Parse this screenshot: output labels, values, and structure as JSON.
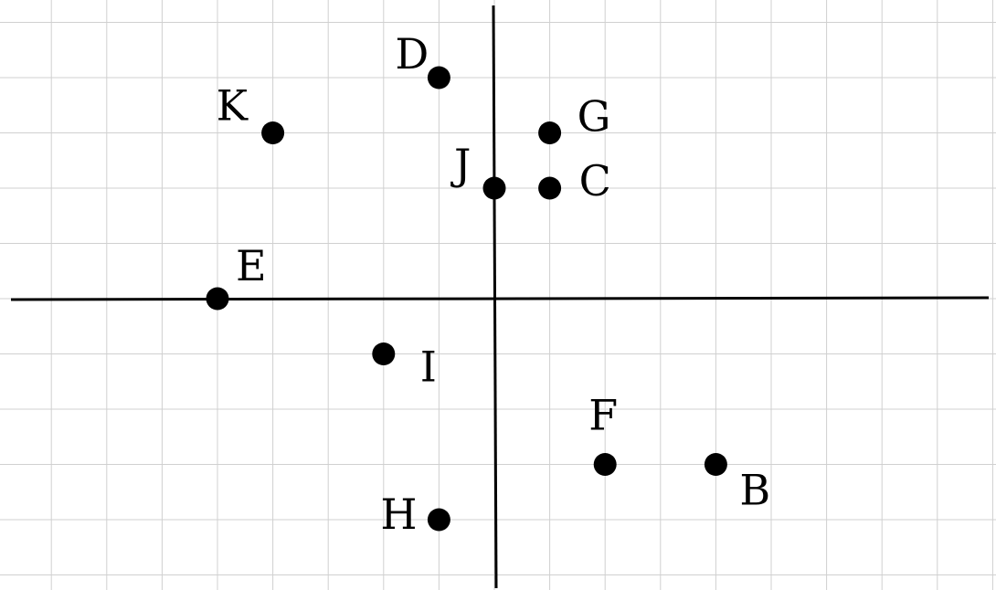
{
  "chart_data": {
    "type": "scatter",
    "title": "",
    "xlabel": "",
    "ylabel": "",
    "grid": true,
    "xlim": [
      -9,
      9
    ],
    "ylim": [
      -5,
      5
    ],
    "colors": {
      "grid": "#d0d0d0",
      "axis": "#000000",
      "point": "#000000"
    },
    "points": [
      {
        "label": "B",
        "x": 4,
        "y": -3
      },
      {
        "label": "C",
        "x": 1,
        "y": 2
      },
      {
        "label": "D",
        "x": -1,
        "y": 4
      },
      {
        "label": "E",
        "x": -5,
        "y": 0
      },
      {
        "label": "F",
        "x": 2,
        "y": -3
      },
      {
        "label": "G",
        "x": 1,
        "y": 3
      },
      {
        "label": "H",
        "x": -1,
        "y": -4
      },
      {
        "label": "I",
        "x": -2,
        "y": -1
      },
      {
        "label": "J",
        "x": 0,
        "y": 2
      },
      {
        "label": "K",
        "x": -4,
        "y": 3
      }
    ]
  }
}
